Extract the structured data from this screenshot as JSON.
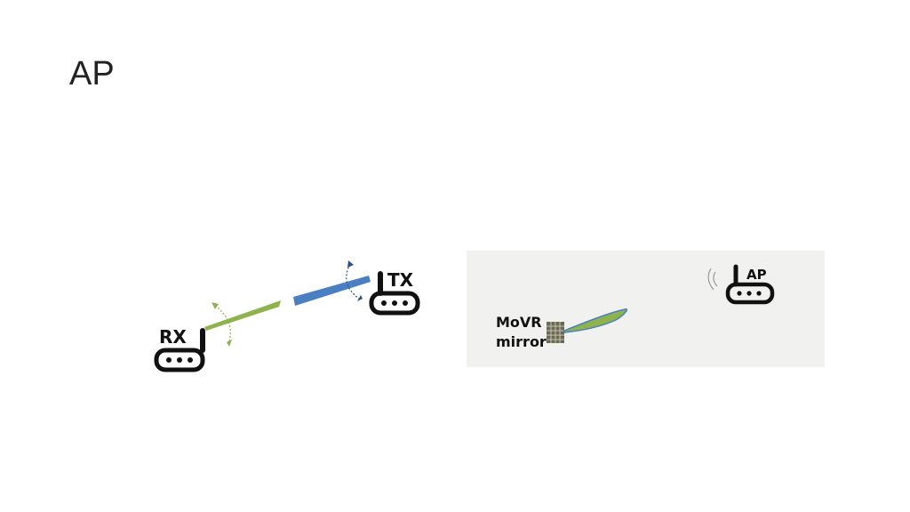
{
  "slide": {
    "title": "AP"
  },
  "left_figure": {
    "rx_label": "RX",
    "tx_label": "TX",
    "beam_rx_color": "#8fb34c",
    "beam_tx_color": "#4a7fc1",
    "arrow_color_rx": "#8fb34c",
    "arrow_color_tx": "#2f4f86"
  },
  "right_figure": {
    "ap_label": "AP",
    "mirror_label_line1": "MoVR",
    "mirror_label_line2": "mirror",
    "panel_bg": "#f1f2ef",
    "beam_color": "#8fb34c",
    "beam_outline_color": "#4a7fc1"
  }
}
